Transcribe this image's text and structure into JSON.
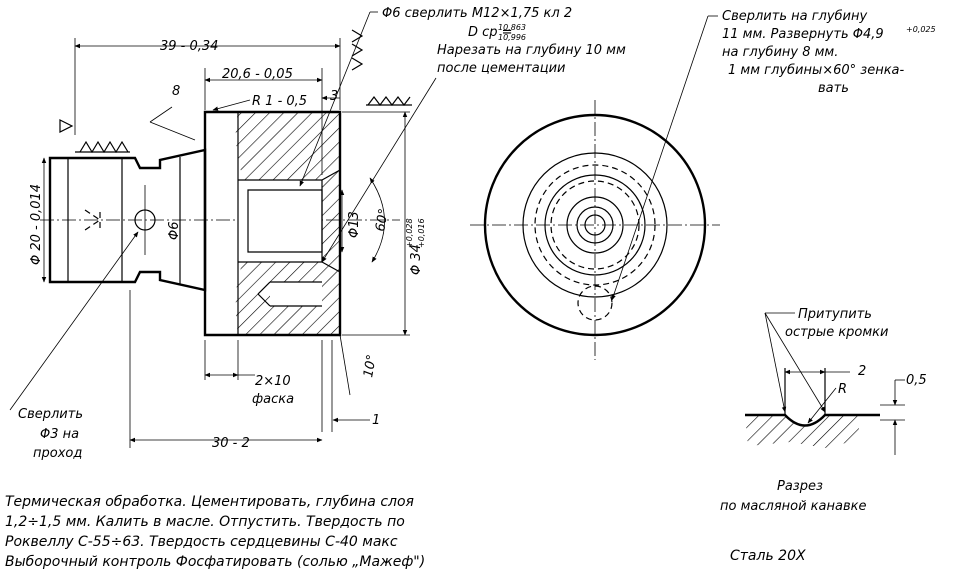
{
  "dims": {
    "total_length": "39 - 0,34",
    "step_length": "20,6 - 0,05",
    "step_label_8": "8",
    "step_label_3": "3",
    "radius": "R 1 - 0,5",
    "overall_length": "30 - 2",
    "chamfer_value": "2×10",
    "chamfer_word": "фаска",
    "dim_1": "1",
    "angle_10": "10°",
    "angle_60": "60°",
    "dia_20": "Φ 20 - 0,014",
    "dia_6": "Φ6",
    "dia_13": "Φ13",
    "dia_34": "Φ 34",
    "dia_34_upper": "+0,028",
    "dia_34_lower": "+0,016"
  },
  "notes": {
    "thread_1": "Φ6 сверлить  М12×1,75 кл 2",
    "thread_2": "D ср =",
    "thread_2_top": "10,863",
    "thread_2_bot": "10,996",
    "thread_3": "Нарезать на глубину 10 мм",
    "thread_4": "после цементации",
    "drill_line_1": "Сверлить на глубину",
    "drill_line_2": "11 мм. Развернуть Φ4,9",
    "drill_line_2_sup": "+0,025",
    "drill_line_3": "на глубину 8 мм.",
    "drill_line_4": "1 мм глубины×60° зенка-",
    "drill_line_5": "вать",
    "through_1": "Сверлить",
    "through_2": "Φ3 на",
    "through_3": "проход"
  },
  "section": {
    "blunt_1": "Притупить",
    "blunt_2": "острые кромки",
    "dim_2": "2",
    "dim_r": "R",
    "dim_05": "0,5",
    "caption_1": "Разрез",
    "caption_2": "по масляной канавке"
  },
  "heat_treatment": [
    "Термическая  обработка.  Цементировать,  глубина  слоя",
    "1,2÷1,5  мм.  Калить  в  масле.  Отпустить.  Твердость  по",
    "Роквеллу  С-55÷63.  Твердость  сердцевины  С-40  макс",
    "Выборочный  контроль   Фосфатировать  (солью „Мажеф\")"
  ],
  "material": "Сталь  20Х"
}
